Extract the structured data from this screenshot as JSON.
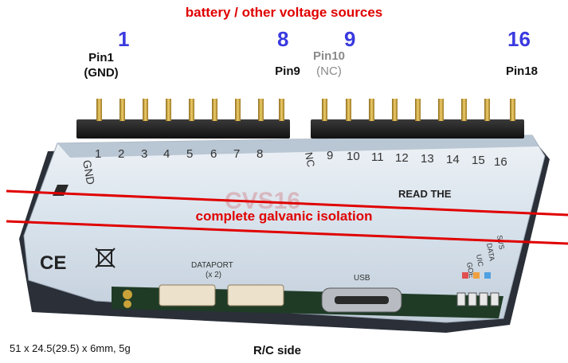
{
  "header": {
    "title": "battery / other voltage sources"
  },
  "pin_numbers": {
    "n1": "1",
    "n8": "8",
    "n9": "9",
    "n16": "16"
  },
  "pin_labels": {
    "pin1": "Pin1",
    "gnd": "(GND)",
    "pin9": "Pin9",
    "pin10": "Pin10",
    "nc": "(NC)",
    "pin18": "Pin18"
  },
  "isolation": {
    "label": "complete galvanic isolation"
  },
  "board": {
    "silk_gnd": "GND",
    "silk_nc": "NC",
    "silk_left_numbers": [
      "1",
      "2",
      "3",
      "4",
      "5",
      "6",
      "7",
      "8"
    ],
    "silk_right_numbers": [
      "9",
      "10",
      "11",
      "12",
      "13",
      "14",
      "15",
      "16"
    ],
    "logo": "CVS16",
    "read_the": "READ THE",
    "dataport": "DATAPORT",
    "dataport_sub": "(x 2)",
    "usb": "USB",
    "ce": "CE",
    "signals": [
      "GOE",
      "UIC",
      "DATA",
      "SVS"
    ],
    "colors": {
      "pcb_body": "#d9e4ee",
      "header_black": "#1a1a1a",
      "pin_gold": "#c9a23a",
      "connector": "#e8ddc8"
    }
  },
  "footer": {
    "dimensions": "51 x 24.5(29.5) x 6mm, 5g",
    "side": "R/C side"
  },
  "accent_colors": {
    "red": "#e00000",
    "blue": "#3a3ae0",
    "grey": "#8a8a8a"
  }
}
